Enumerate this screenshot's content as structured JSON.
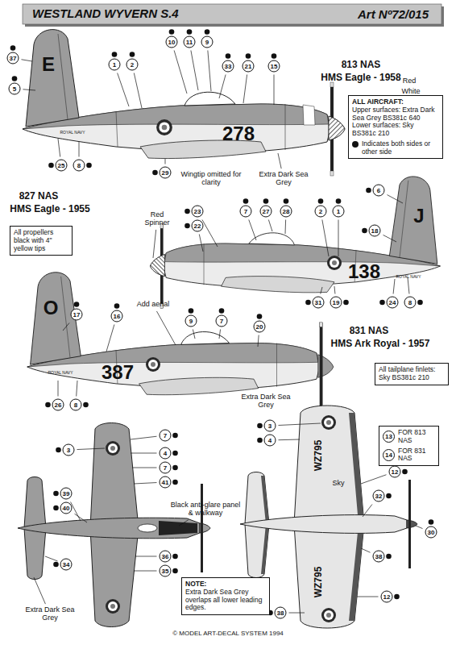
{
  "diagram": {
    "title": "WESTLAND WYVERN S.4",
    "caption": "© MODEL ART-DECAL SYSTEM 1994",
    "nodes": [
      {
        "text": [
          "ALL AIRCRAFT:",
          "Upper surfaces: Extra Dark Sea Grey BS381c 640",
          "Lower surfaces: Sky BS381c 210"
        ]
      },
      {
        "text": [
          "All propellers black with 4\" yellow tips"
        ]
      },
      {
        "text": [
          "All tailplane finlets: Sky BS381c 210"
        ]
      },
      {
        "text": [
          "13",
          "FOR 813 NAS",
          "14",
          "FOR 831 NAS"
        ]
      },
      {
        "text": [
          "NOTE:",
          "Extra Dark Sea Grey overlaps all lower leading edges."
        ]
      }
    ],
    "edges": [],
    "labels": [
      "Art Nº72/015",
      "813 NAS",
      "HMS Eagle - 1958",
      "Red",
      "White",
      "Wingtip omitted for clarity",
      "Extra Dark Sea Grey",
      "278",
      "E",
      "ROYAL NAVY",
      "827 NAS",
      "HMS Eagle - 1955",
      "Red Spinner",
      "138",
      "J",
      "ROYAL NAVY",
      "Add aerial",
      "831 NAS",
      "HMS Ark Royal - 1957",
      "387",
      "O",
      "ROYAL NAVY",
      "Extra Dark Sea Grey",
      "Black anti-glare panel & walkway",
      "Extra Dark Sea Grey",
      "Sky",
      "WZ795",
      "WZ795",
      "37",
      "5",
      "1",
      "2",
      "10",
      "11",
      "9",
      "33",
      "21",
      "15",
      "25",
      "8",
      "29",
      "23",
      "22",
      "7",
      "27",
      "28",
      "2",
      "1",
      "6",
      "18",
      "31",
      "19",
      "24",
      "8",
      "17",
      "16",
      "9",
      "7",
      "20",
      "26",
      "8",
      "7",
      "3",
      "4",
      "7",
      "41",
      "39",
      "40",
      "36",
      "35",
      "34",
      "3",
      "4",
      "12",
      "32",
      "30",
      "38",
      "12",
      "38"
    ],
    "legend": [
      {
        "text": "Indicates both sides or other side",
        "color": "#111111"
      }
    ]
  }
}
